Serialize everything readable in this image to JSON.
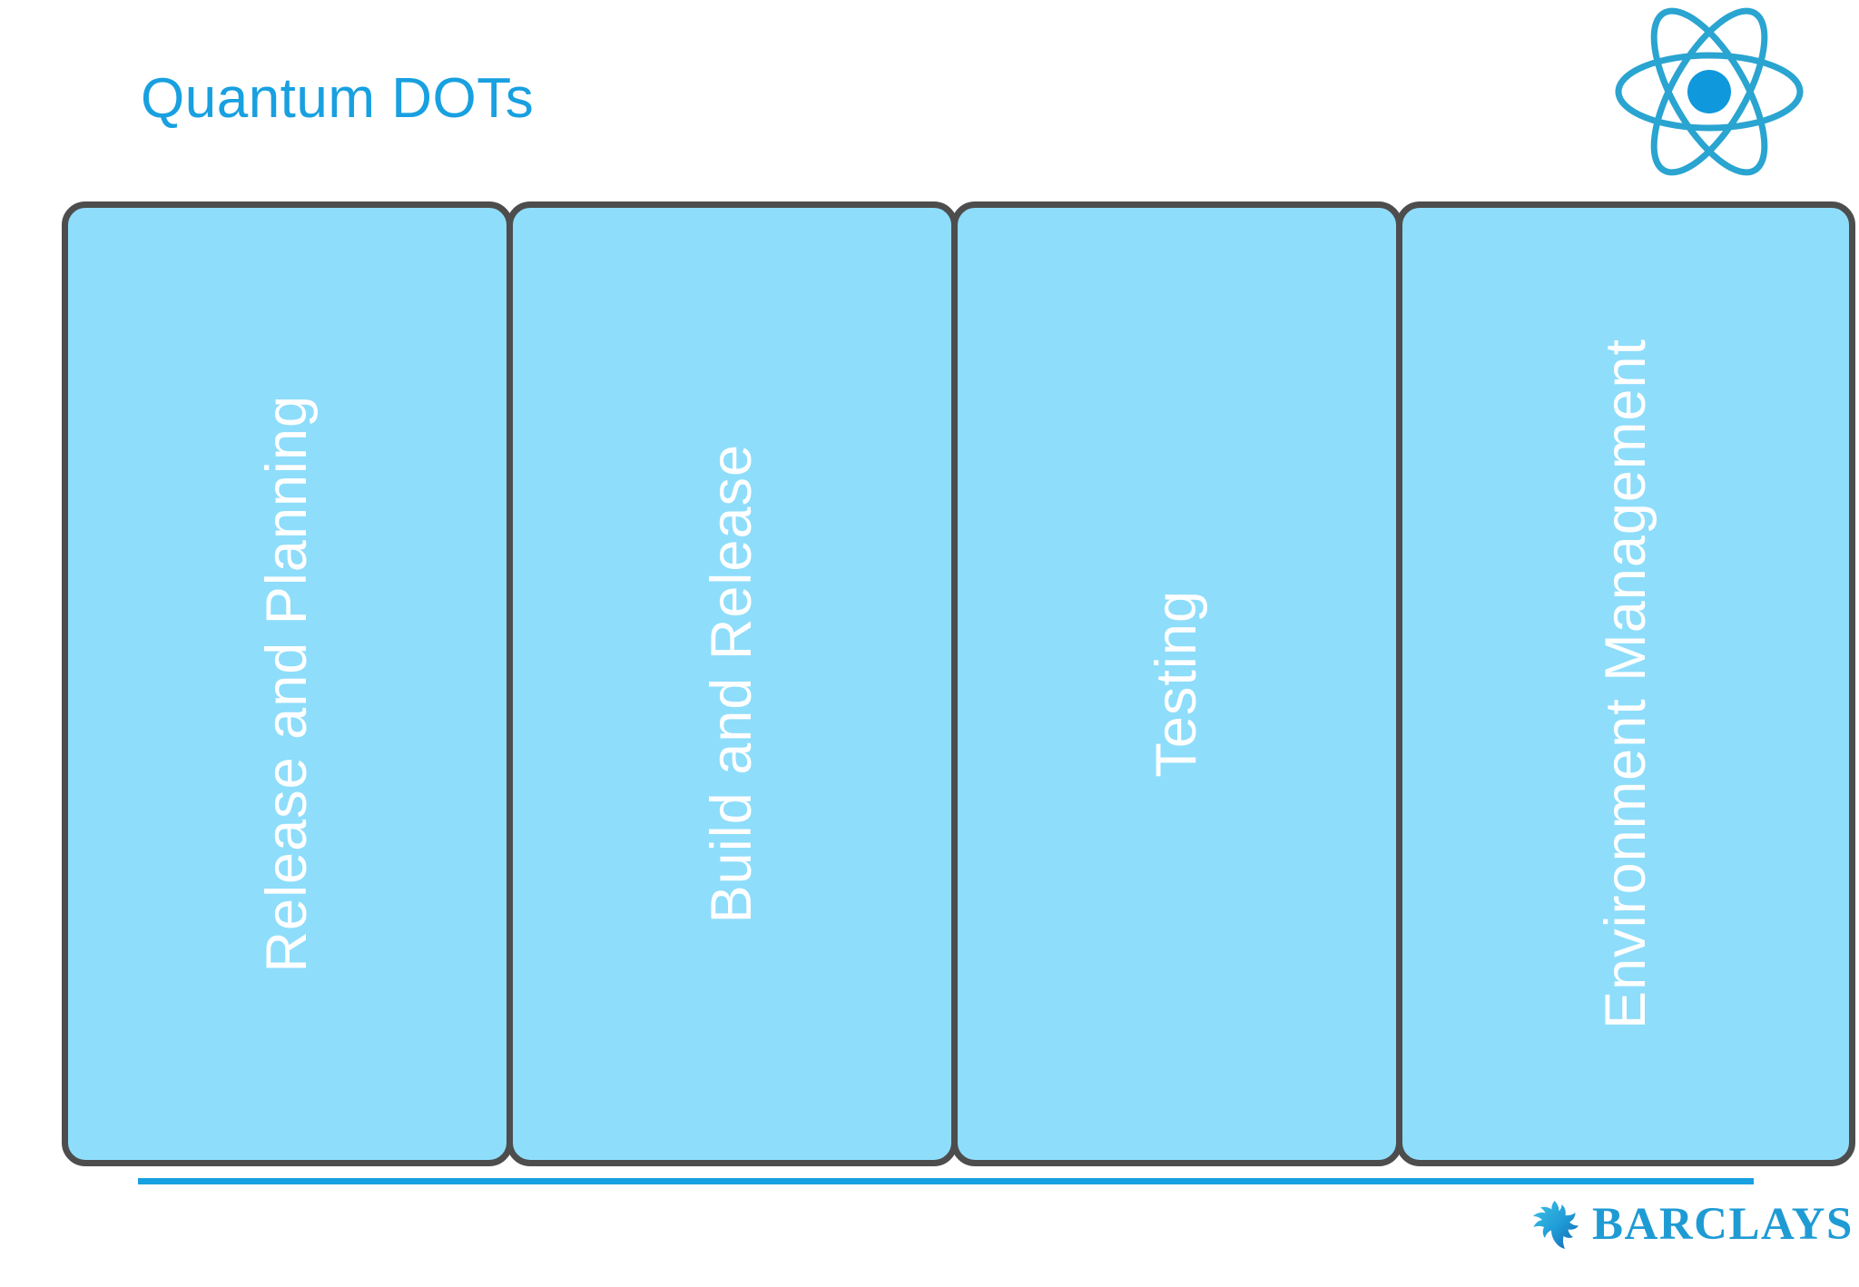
{
  "slide": {
    "title": "Quantum DOTs",
    "title_color": "#18A0E0",
    "background_color": "#FFFFFF"
  },
  "logo": {
    "top_right_icon": "atom-icon",
    "nucleus_color": "#1098DC",
    "orbit_color": "#29A3CF"
  },
  "panels": {
    "fill_color": "#8EDDFB",
    "border_color": "#4D4D4D",
    "label_color": "#FFFFFF",
    "items": [
      {
        "label": "Release and Planning"
      },
      {
        "label": "Build and Release"
      },
      {
        "label": "Testing"
      },
      {
        "label": "Environment Management"
      }
    ]
  },
  "accent_rule": {
    "color": "#18A0E0"
  },
  "footer": {
    "brand": "BARCLAYS",
    "brand_color": "#1F9BD4",
    "brand_icon": "barclays-eagle-icon"
  }
}
